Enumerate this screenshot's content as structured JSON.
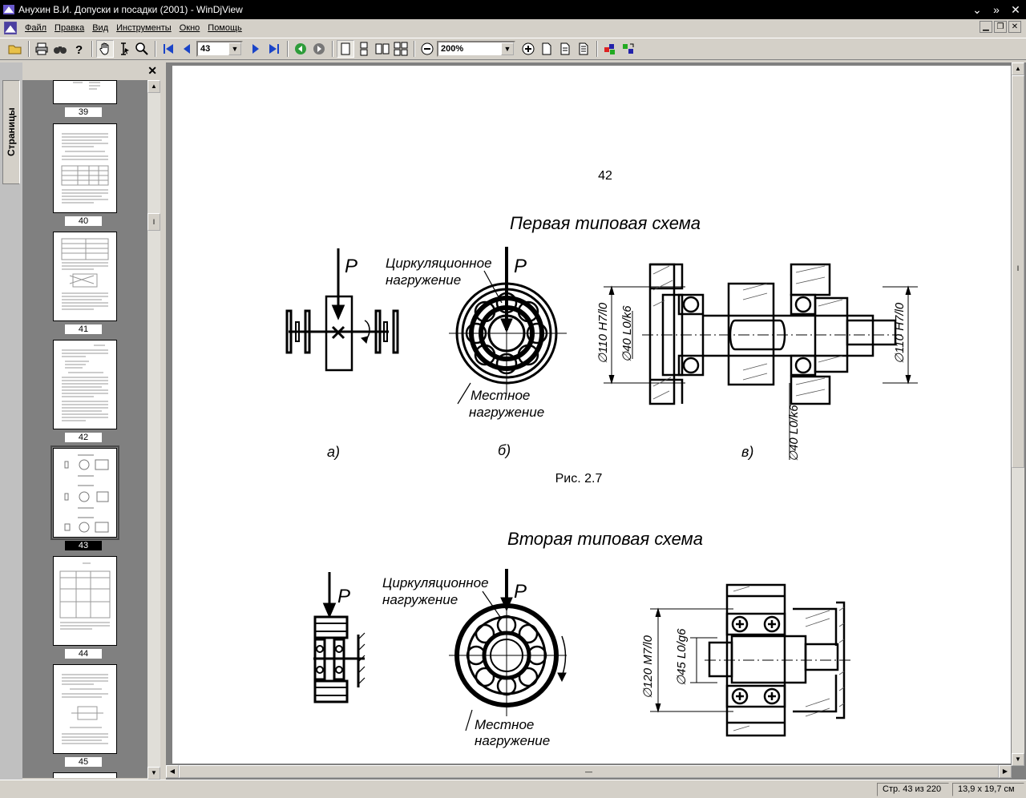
{
  "window": {
    "title": "Анухин В.И. Допуски и посадки (2001) - WinDjView"
  },
  "menu": {
    "items": [
      "Файл",
      "Правка",
      "Вид",
      "Инструменты",
      "Окно",
      "Помощь"
    ]
  },
  "toolbar": {
    "page_value": "43",
    "zoom_value": "200%"
  },
  "sidebar": {
    "tab_label": "Страницы",
    "thumbnails": [
      {
        "label": "39"
      },
      {
        "label": "40"
      },
      {
        "label": "41"
      },
      {
        "label": "42"
      },
      {
        "label": "43",
        "selected": true
      },
      {
        "label": "44"
      },
      {
        "label": "45"
      }
    ]
  },
  "document": {
    "page_number": "42",
    "heading1": "Первая типовая схема",
    "heading2": "Вторая типовая схема",
    "fig1": {
      "load_p": "P",
      "circ_line1": "Циркуляционное",
      "circ_line2": "нагружение",
      "local_line1": "Местное",
      "local_line2": "нагружение",
      "dim_left": "∅110 H7/l0",
      "dim_inner": "∅40 L0/k6",
      "dim_right": "∅110 H7/l0",
      "dim_bottom": "∅40 L0/k6",
      "sub_a": "а)",
      "sub_b": "б)",
      "sub_c": "в)",
      "caption": "Рис. 2.7"
    },
    "fig2": {
      "load_p": "P",
      "circ_line1": "Циркуляционное",
      "circ_line2": "нагружение",
      "local_line1": "Местное",
      "local_line2": "нагружение",
      "dim_outer": "∅120 M7/l0",
      "dim_inner": "∅45 L0/g6"
    }
  },
  "status": {
    "page_info": "Стр. 43 из 220",
    "page_size": "13,9 x 19,7 см"
  }
}
